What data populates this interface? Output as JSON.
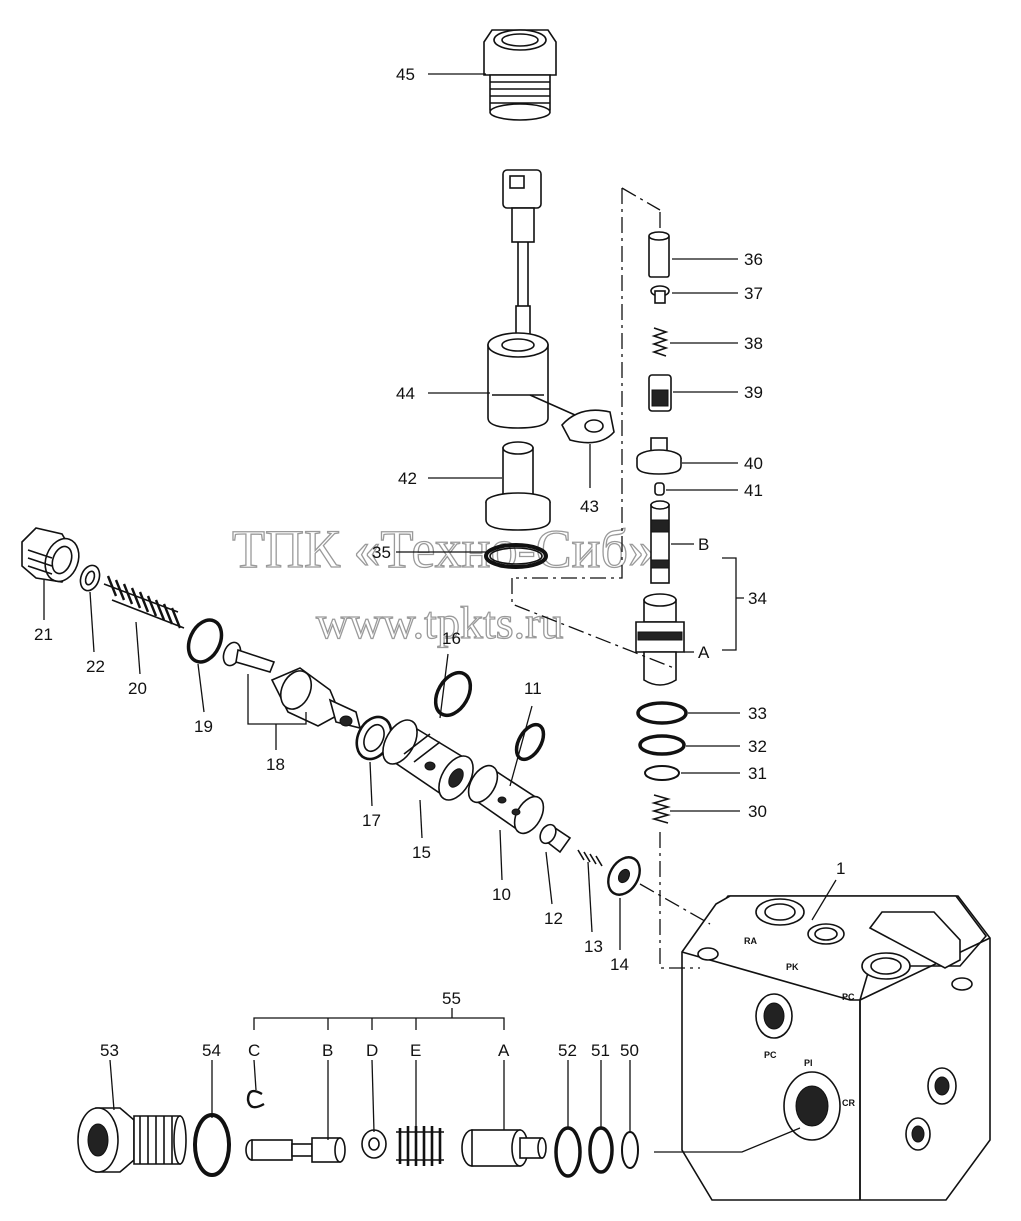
{
  "watermark": {
    "line1": "ТПК «Техно-Сиб»",
    "line2": "www.tpkts.ru"
  },
  "callouts": {
    "n45": "45",
    "n44": "44",
    "n43": "43",
    "n42": "42",
    "n35": "35",
    "n36": "36",
    "n37": "37",
    "n38": "38",
    "n39": "39",
    "n40": "40",
    "n41": "41",
    "n34": "34",
    "nB": "B",
    "nA": "A",
    "n33": "33",
    "n32": "32",
    "n31": "31",
    "n30": "30",
    "n21": "21",
    "n22": "22",
    "n20": "20",
    "n19": "19",
    "n18": "18",
    "n17": "17",
    "n16": "16",
    "n15": "15",
    "n11": "11",
    "n10": "10",
    "n12": "12",
    "n13": "13",
    "n14": "14",
    "n1": "1",
    "n55": "55",
    "n53": "53",
    "n54": "54",
    "lC": "C",
    "lB": "B",
    "lD": "D",
    "lE": "E",
    "lA": "A",
    "n52": "52",
    "n51": "51",
    "n50": "50"
  },
  "ports": {
    "ra": "RA",
    "pk": "PK",
    "pc": "PC",
    "pc2": "PC",
    "pi": "PI",
    "cr": "CR"
  }
}
